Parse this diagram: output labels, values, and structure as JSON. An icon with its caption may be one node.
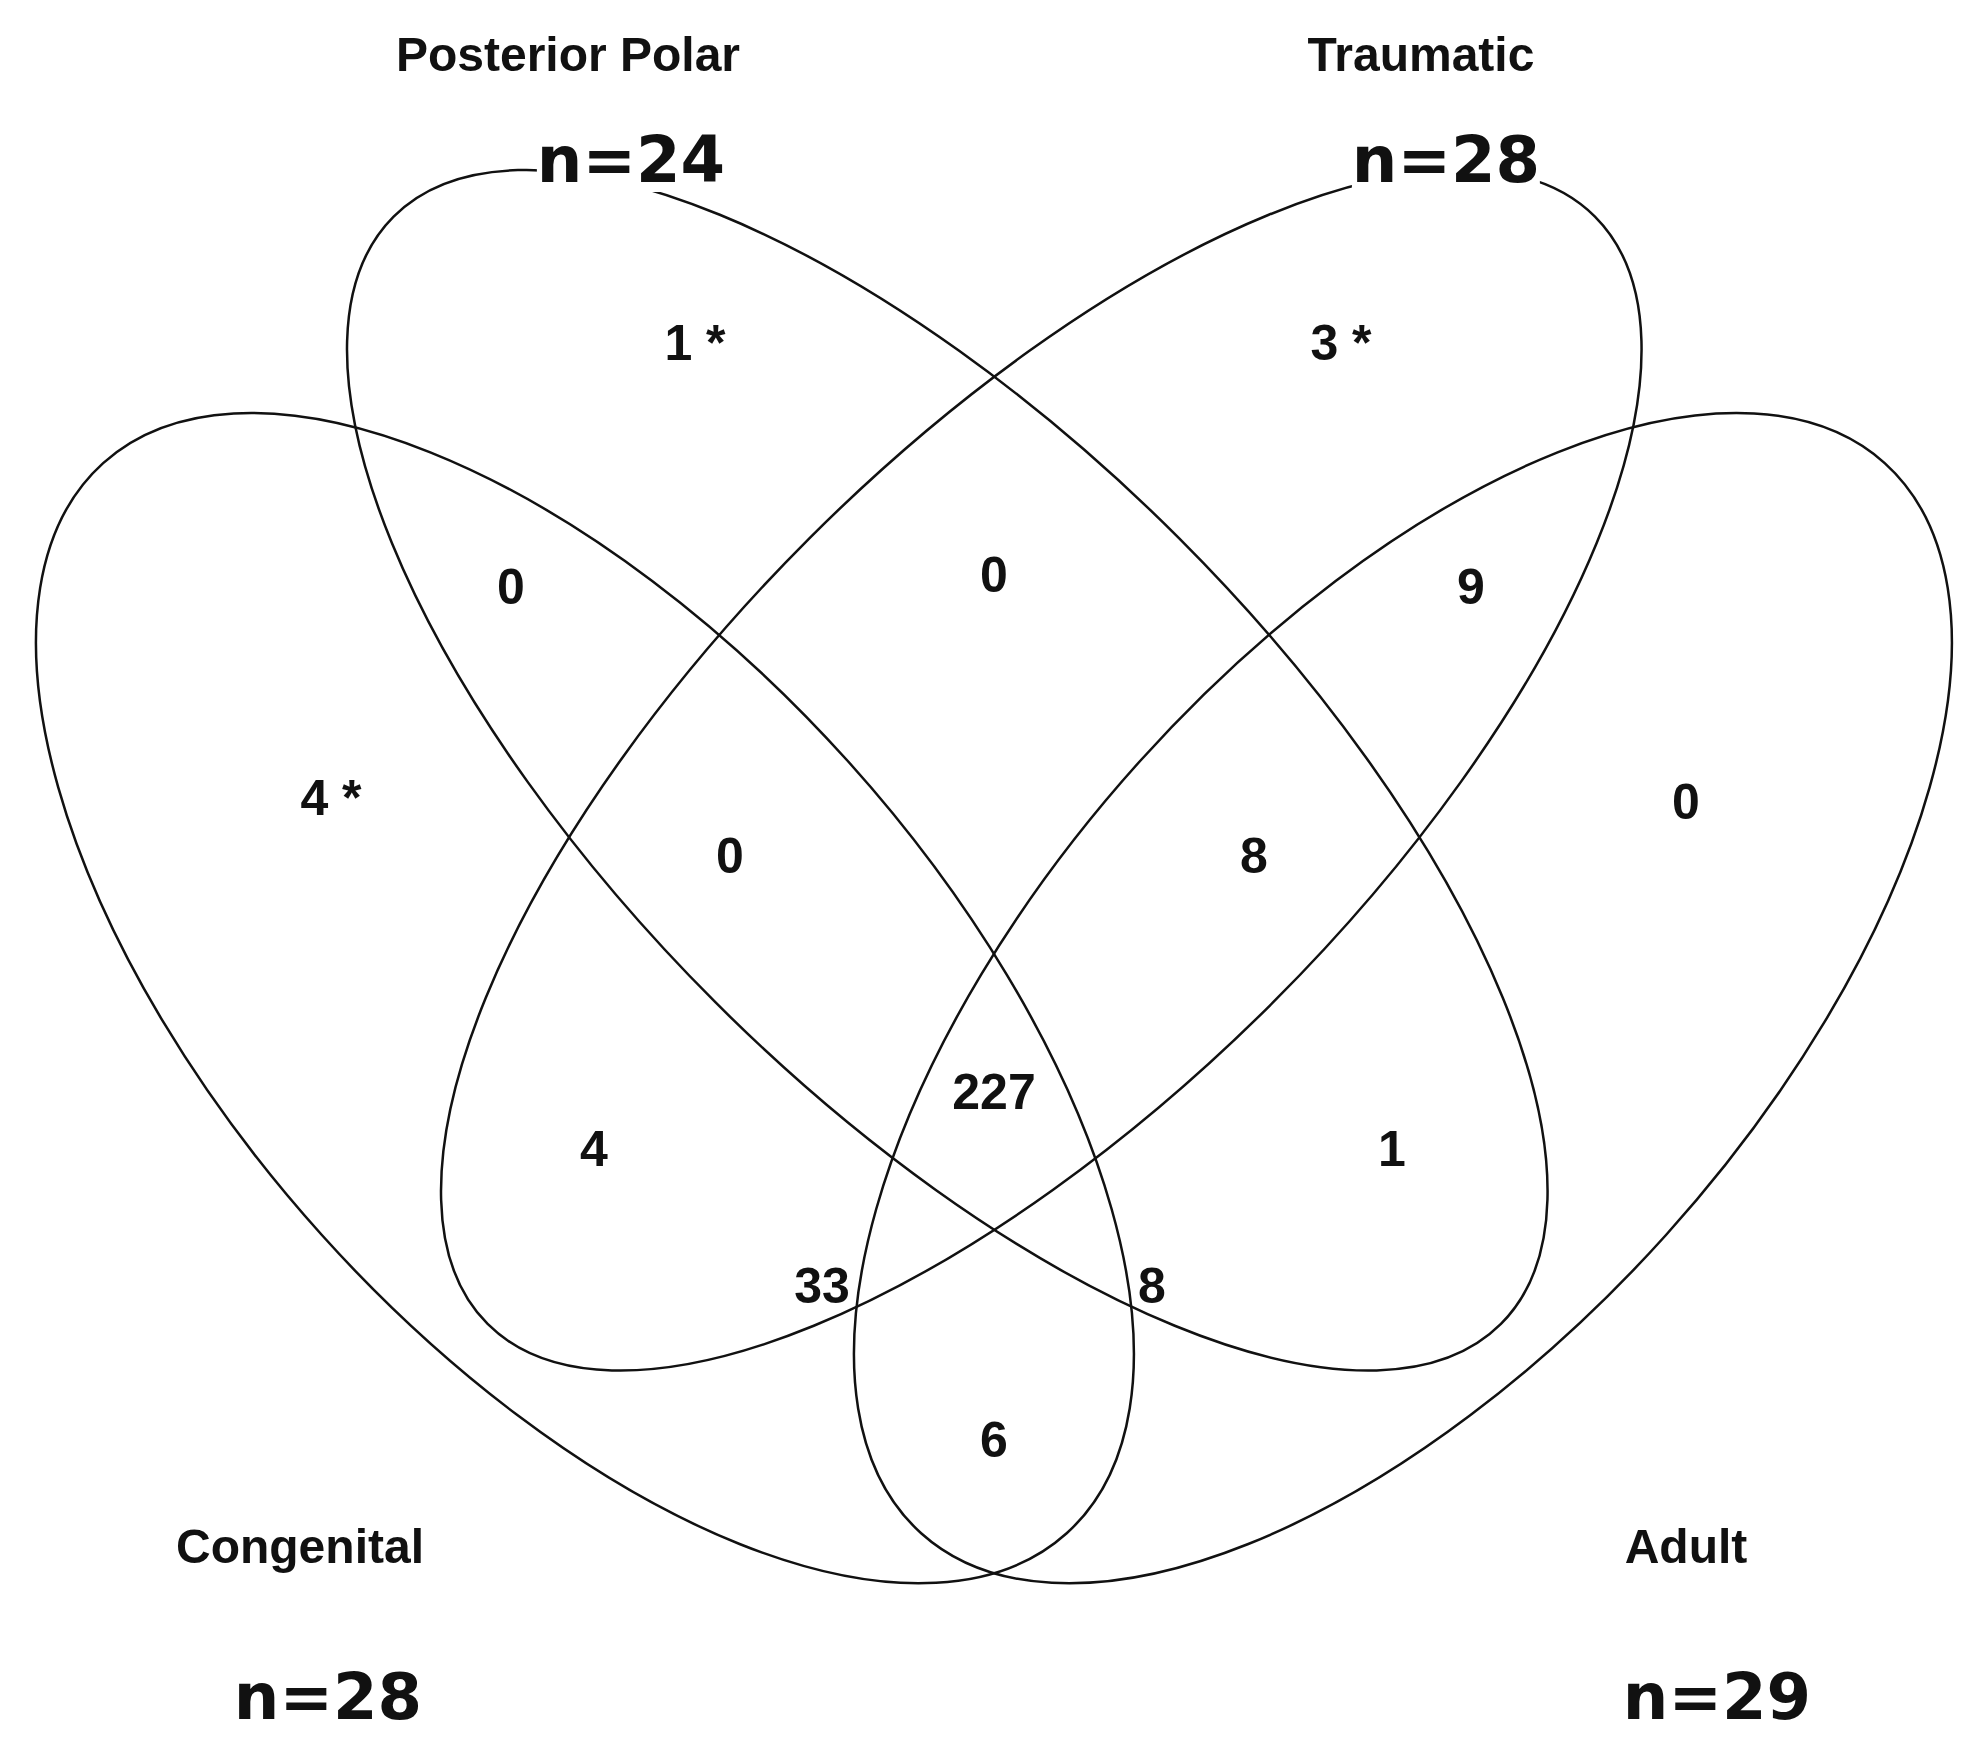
{
  "diagram": {
    "nodes": [
      {
        "text": [
          "Posterior Polar",
          "n=24"
        ]
      },
      {
        "text": [
          "Traumatic",
          "n=28"
        ]
      },
      {
        "text": [
          "Congenital",
          "n=28"
        ]
      },
      {
        "text": [
          "Adult",
          "n=29"
        ]
      }
    ],
    "labels": [
      "1 *",
      "3 *",
      "0",
      "0",
      "9",
      "4 *",
      "0",
      "8",
      "0",
      "227",
      "4",
      "1",
      "33",
      "8",
      "6"
    ]
  }
}
